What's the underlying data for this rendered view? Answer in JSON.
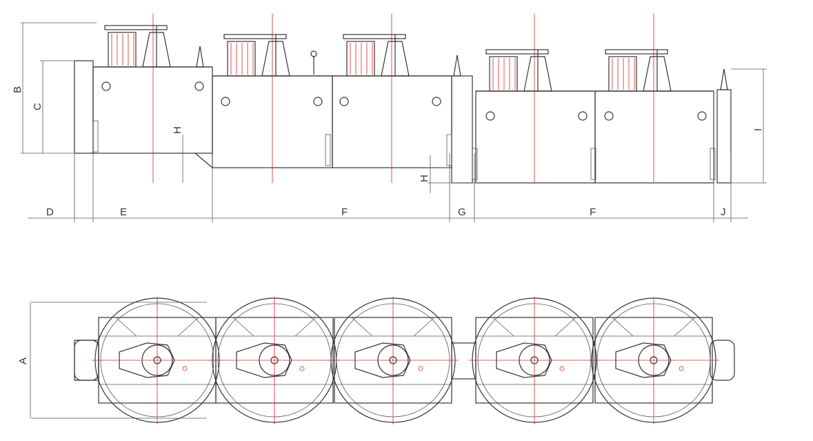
{
  "title": "Flotation machine elevation and plan drawing",
  "colors": {
    "line": "#333333",
    "centerline": "#e02020"
  },
  "dimension_labels": {
    "A": "A",
    "B": "B",
    "C": "C",
    "D": "D",
    "E": "E",
    "F1": "F",
    "F2": "F",
    "G": "G",
    "H1": "H",
    "H2": "H",
    "I": "I",
    "J": "J"
  }
}
